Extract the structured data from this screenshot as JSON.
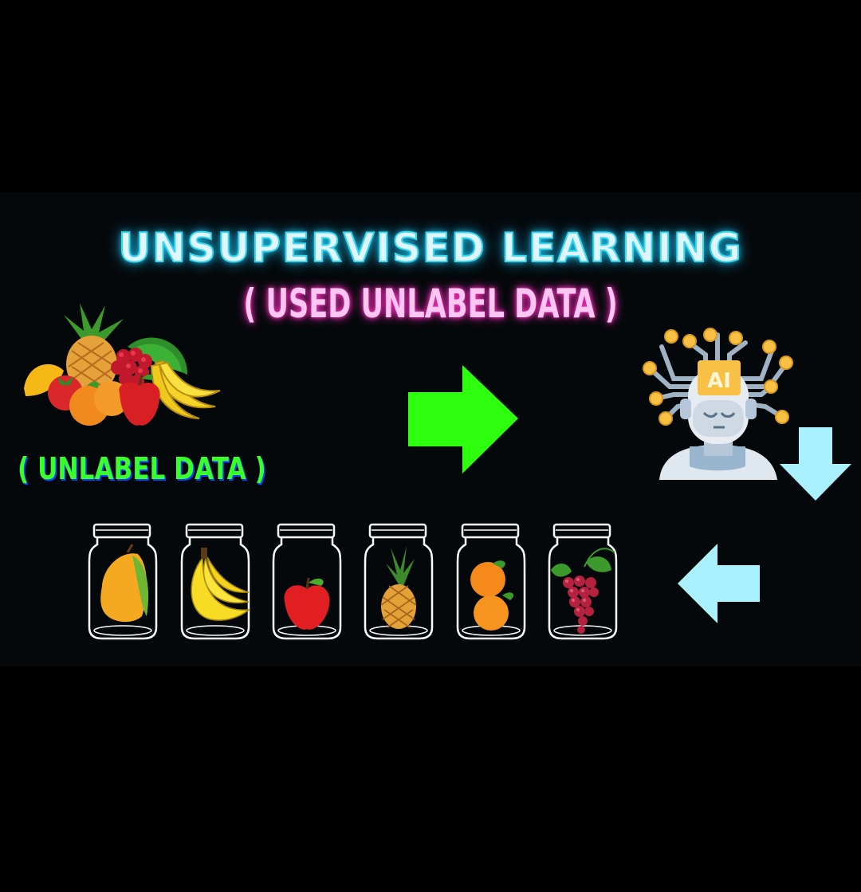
{
  "title": "UNSUPERVISED LEARNING",
  "subtitle": "( USED UNLABEL DATA )",
  "unlabel_caption": "( UNLABEL DATA )",
  "ai_head_label": "AI",
  "colors": {
    "background": "#000000",
    "panel": "#05080b",
    "title_glow": "#39d6f0",
    "subtitle_glow": "#ff2fbf",
    "caption": "#39ff2a",
    "right_arrow": "#2eff0e",
    "cyan_arrows": "#a9f1ff"
  },
  "icons": [
    "fruit-pile-icon",
    "right-arrow-icon",
    "ai-robot-icon",
    "down-arrow-icon",
    "left-arrow-icon",
    "mango-jar-icon",
    "banana-jar-icon",
    "apple-jar-icon",
    "pineapple-jar-icon",
    "orange-jar-icon",
    "grape-jar-icon"
  ]
}
